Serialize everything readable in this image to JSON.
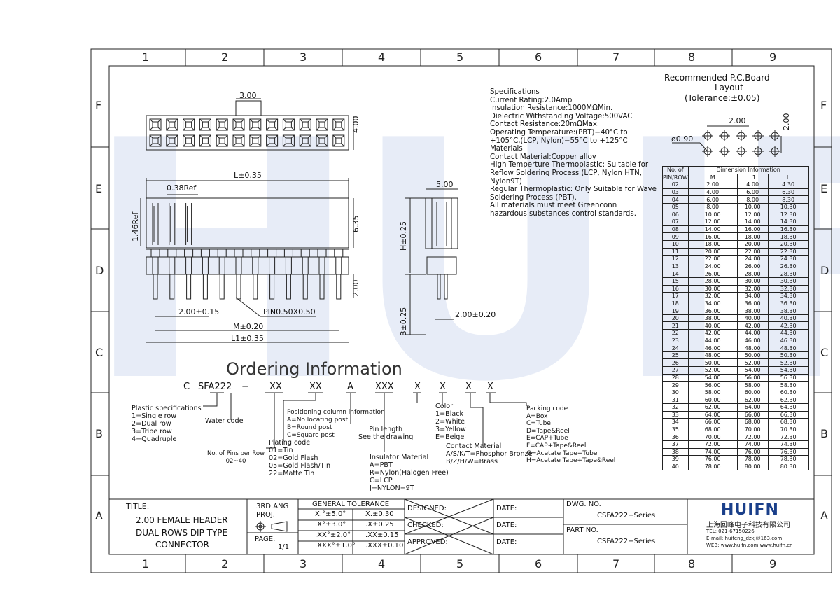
{
  "watermark": "HUIFN",
  "zones": {
    "columns": [
      "1",
      "2",
      "3",
      "4",
      "5",
      "6",
      "7",
      "8",
      "9"
    ],
    "rows": [
      "F",
      "E",
      "D",
      "C",
      "B",
      "A"
    ]
  },
  "pcb": {
    "title1": "Recommended  P.C.Board",
    "title2": "Layout",
    "title3": "(Tolerance:±0.05)",
    "pitch_x": "2.00",
    "pitch_y": "2.00",
    "hole": "ø0.90"
  },
  "dims": {
    "top_width": "3.00",
    "top_height": "4.00",
    "l": "L±0.35",
    "ref038": "0.38Ref",
    "ref146": "1.46Ref",
    "h635": "6.35",
    "h200": "2.00",
    "pitch": "2.00±0.15",
    "pin": "PIN0.50X0.50",
    "m": "M±0.20",
    "l1": "L1±0.35",
    "side_width": "5.00",
    "h_tol": "H±0.25",
    "b_tol": "B±0.25",
    "side_pitch": "2.00±0.20"
  },
  "specs": [
    "Specifications",
    "Current  Rating:2.0Amp",
    "Insulation  Resistance:1000MΩMin.",
    "Dielectric  Withstanding  Voltage:500VAC",
    "Contact  Resistance:20mΩMax.",
    "Operating  Temperature:(PBT)−40°C  to",
    "+105°C,(LCP,  Nylon)−55°C  to  +125°C",
    "Materials",
    "Contact  Material:Copper  alloy",
    "High  Temperture  Thermoplastic:  Suitable  for",
    "Reflow  Soldering  Process  (LCP,  Nylon  HTN,",
    "Nylon9T)",
    "Regular  Thermoplastic:  Only  Suitable  for  Wave",
    "Soldering  Process  (PBT).",
    "All  materials  must  meet  Greenconn",
    "hazardous  substances  control  standards."
  ],
  "dim_table": {
    "h_pin1": "No. of",
    "h_pin2": "PIN/ROW",
    "h_group": "Dimension  Information",
    "h_m": "M",
    "h_l1": "L1",
    "h_l": "L",
    "rows": [
      [
        "02",
        "2.00",
        "4.00",
        "4.30"
      ],
      [
        "03",
        "4.00",
        "6.00",
        "6.30"
      ],
      [
        "04",
        "6.00",
        "8.00",
        "8.30"
      ],
      [
        "05",
        "8.00",
        "10.00",
        "10.30"
      ],
      [
        "06",
        "10.00",
        "12.00",
        "12.30"
      ],
      [
        "07",
        "12.00",
        "14.00",
        "14.30"
      ],
      [
        "08",
        "14.00",
        "16.00",
        "16.30"
      ],
      [
        "09",
        "16.00",
        "18.00",
        "18.30"
      ],
      [
        "10",
        "18.00",
        "20.00",
        "20.30"
      ],
      [
        "11",
        "20.00",
        "22.00",
        "22.30"
      ],
      [
        "12",
        "22.00",
        "24.00",
        "24.30"
      ],
      [
        "13",
        "24.00",
        "26.00",
        "26.30"
      ],
      [
        "14",
        "26.00",
        "28.00",
        "28.30"
      ],
      [
        "15",
        "28.00",
        "30.00",
        "30.30"
      ],
      [
        "16",
        "30.00",
        "32.00",
        "32.30"
      ],
      [
        "17",
        "32.00",
        "34.00",
        "34.30"
      ],
      [
        "18",
        "34.00",
        "36.00",
        "36.30"
      ],
      [
        "19",
        "36.00",
        "38.00",
        "38.30"
      ],
      [
        "20",
        "38.00",
        "40.00",
        "40.30"
      ],
      [
        "21",
        "40.00",
        "42.00",
        "42.30"
      ],
      [
        "22",
        "42.00",
        "44.00",
        "44.30"
      ],
      [
        "23",
        "44.00",
        "46.00",
        "46.30"
      ],
      [
        "24",
        "46.00",
        "48.00",
        "48.30"
      ],
      [
        "25",
        "48.00",
        "50.00",
        "50.30"
      ],
      [
        "26",
        "50.00",
        "52.00",
        "52.30"
      ],
      [
        "27",
        "52.00",
        "54.00",
        "54.30"
      ],
      [
        "28",
        "54.00",
        "56.00",
        "56.30"
      ],
      [
        "29",
        "56.00",
        "58.00",
        "58.30"
      ],
      [
        "30",
        "58.00",
        "60.00",
        "60.30"
      ],
      [
        "31",
        "60.00",
        "62.00",
        "62.30"
      ],
      [
        "32",
        "62.00",
        "64.00",
        "64.30"
      ],
      [
        "33",
        "64.00",
        "66.00",
        "66.30"
      ],
      [
        "34",
        "66.00",
        "68.00",
        "68.30"
      ],
      [
        "35",
        "68.00",
        "70.00",
        "70.30"
      ],
      [
        "36",
        "70.00",
        "72.00",
        "72.30"
      ],
      [
        "37",
        "72.00",
        "74.00",
        "74.30"
      ],
      [
        "38",
        "74.00",
        "76.00",
        "76.30"
      ],
      [
        "39",
        "76.00",
        "78.00",
        "78.30"
      ],
      [
        "40",
        "78.00",
        "80.00",
        "80.30"
      ]
    ]
  },
  "ordering": {
    "title": "Ordering  Information",
    "code": [
      "C",
      "SFA222",
      "−",
      "XX",
      "XX",
      "A",
      "XXX",
      "X",
      "X",
      "X",
      "X"
    ],
    "plastic": [
      "Plastic  specifications",
      "1=Single  row",
      "2=Dual  row",
      "3=Tripe  row",
      "4=Quadruple"
    ],
    "water": "Water  code",
    "pins": [
      "No.  of  Pins  per  Row",
      "02~40"
    ],
    "plating": [
      "Plating  code",
      "01=Tin",
      "02=Gold  Flash",
      "05=Gold  Flash/Tin",
      "22=Matte  Tin"
    ],
    "position": [
      "Positioning  column  information",
      "A=No  locating  post",
      "B=Round  post",
      "C=Square  post"
    ],
    "pinlen": [
      "Pin  length",
      "See  the  drawing"
    ],
    "insulator": [
      "Insulator  Material",
      "A=PBT",
      "R=Nylon(Halogen  Free)",
      "C=LCP",
      "J=NYLON−9T"
    ],
    "color": [
      "Color",
      "1=Black",
      "2=White",
      "3=Yellow",
      "E=Beige"
    ],
    "contact": [
      "Contact  Material",
      "A/S/K/T=Phosphor  Bronze",
      "B/Z/H/W=Brass"
    ],
    "packing": [
      "Packing  code",
      "A=Box",
      "C=Tube",
      "D=Tape&Reel",
      "E=CAP+Tube",
      "F=CAP+Tape&Reel",
      "G=Acetate  Tape+Tube",
      "H=Acetate  Tape+Tape&Reel"
    ]
  },
  "title_block": {
    "title_label": "TITLE.",
    "title1": "2.00  FEMALE  HEADER",
    "title2": "DUAL  ROWS  DIP  TYPE",
    "title3": "CONNECTOR",
    "proj1": "3RD.ANG",
    "proj2": "PROJ.",
    "page_label": "PAGE.",
    "page": "1/1",
    "tol_title": "GENERAL  TOLERANCE",
    "tol": [
      [
        "X.°±5.0°",
        "X.±0.30"
      ],
      [
        ".X°±3.0°",
        ".X±0.25"
      ],
      [
        ".XX°±2.0°",
        ".XX±0.15"
      ],
      [
        ".XXX°±1.0°",
        ".XXX±0.10"
      ]
    ],
    "designed": "DESIGNED:",
    "checked": "CHECKED:",
    "approved": "APPROVED:",
    "date": "DATE:",
    "dwg_label": "DWG.  NO.",
    "dwg": "CSFA222−Series",
    "part_label": "PART  NO.",
    "part": "CSFA222−Series",
    "logo": "HUIFN",
    "company": "上海回峰电子科技有限公司",
    "tel": "TEL:  021-67150226",
    "email": "E-mail:  huifeng_dzkj@163.com",
    "web": "WEB:  www.huifn.com   www.huifn.cn"
  }
}
